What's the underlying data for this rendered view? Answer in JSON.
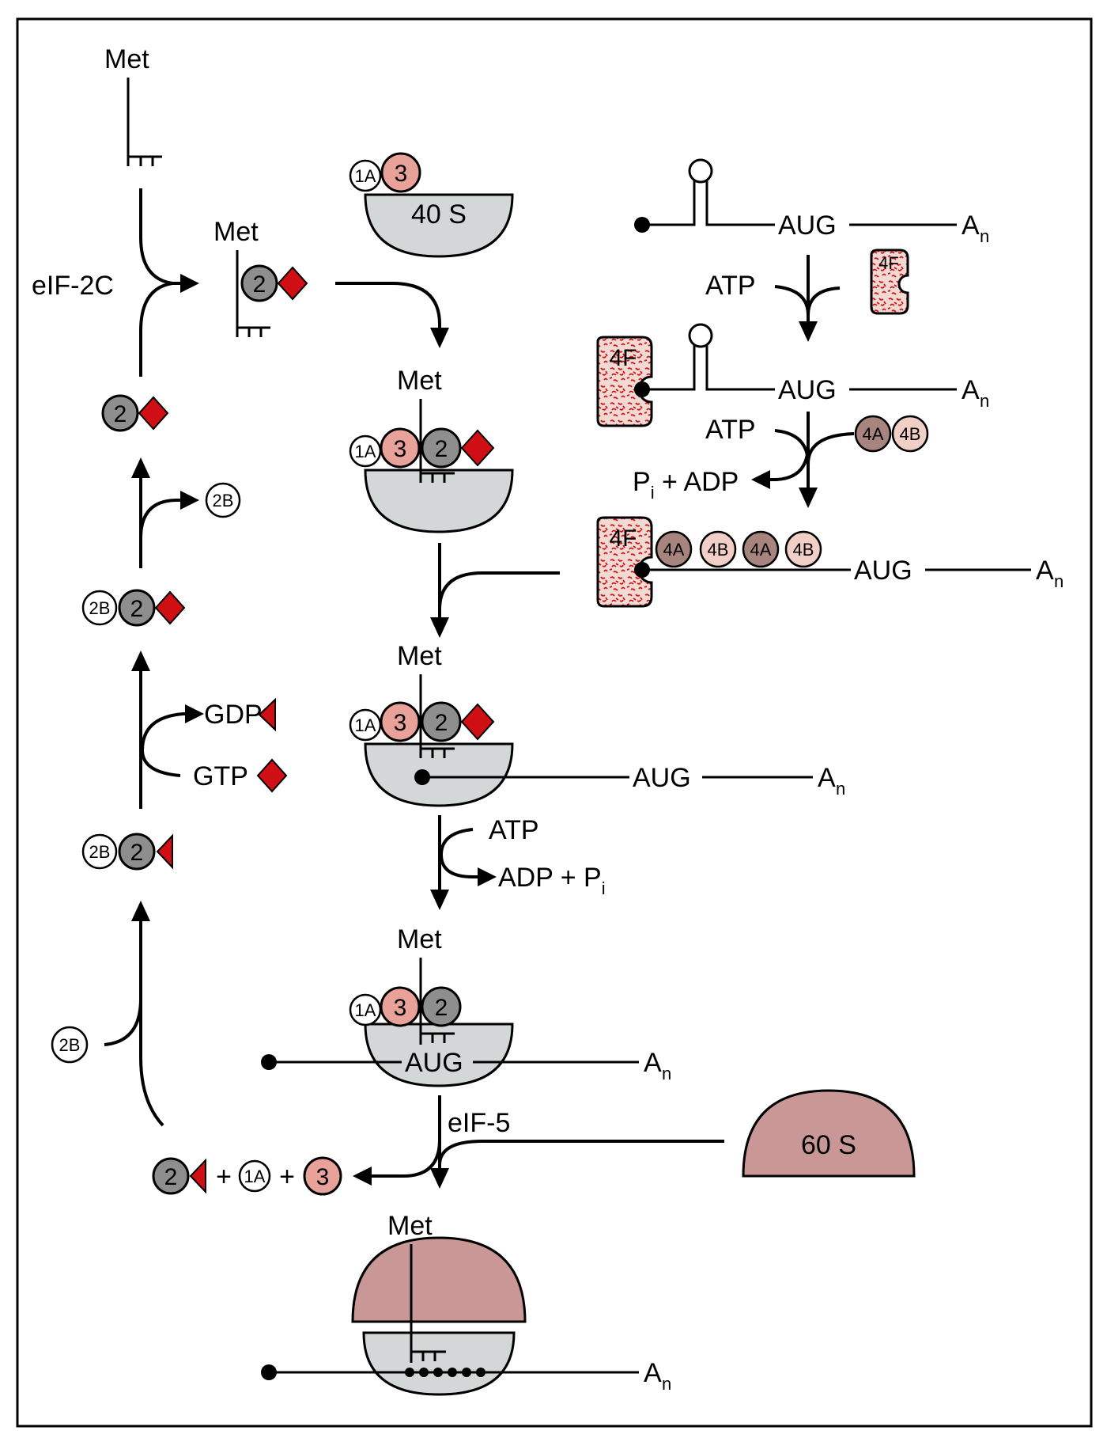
{
  "colors": {
    "subunit_40s": "#d3d7d7",
    "subunit_60s": "#c99896",
    "factor_2": "#8e8e8e",
    "factor_3": "#e8a29a",
    "factor_4A": "#a8847f",
    "factor_4B": "#f2cfc6",
    "diamond": "#cf0f14",
    "speckle_bg": "#f3d9d4",
    "speckle": "#c81818"
  },
  "labels": {
    "met": "Met",
    "eif2c": "eIF-2C",
    "eif5": "eIF-5",
    "s40": "40 S",
    "s60": "60 S",
    "aug": "AUG",
    "an_base": "A",
    "an_sub": "n",
    "atp": "ATP",
    "pi_adp_pre": "P",
    "pi_adp_sub": "i",
    "pi_adp_post": " + ADP",
    "adp_pi_pre": "ADP + P",
    "adp_pi_sub": "i",
    "gdp": "GDP",
    "gtp": "GTP",
    "plus": "+"
  },
  "factors": {
    "f1A": "1A",
    "f2": "2",
    "f2B": "2B",
    "f3": "3",
    "f4A": "4A",
    "f4B": "4B",
    "f4F": "4F"
  }
}
